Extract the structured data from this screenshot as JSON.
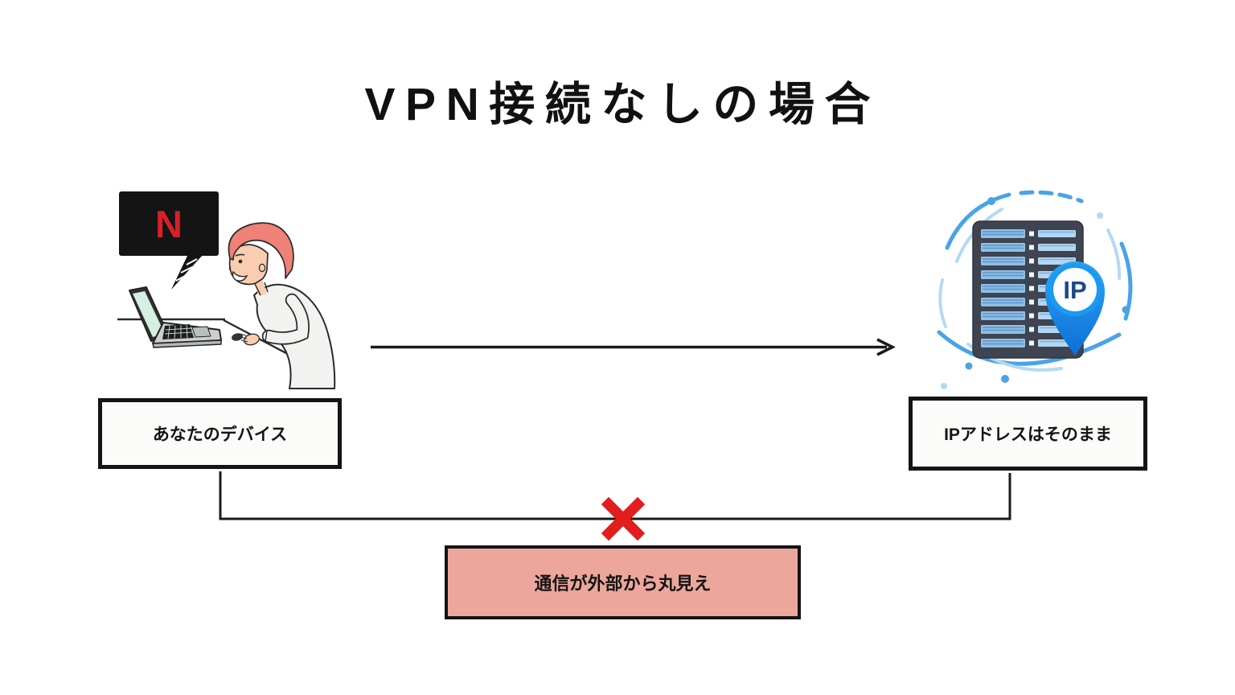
{
  "title": "VPN接続なしの場合",
  "diagram": {
    "device_box": {
      "label": "あなたのデバイス"
    },
    "ip_box": {
      "label": "IPアドレスはそのまま"
    },
    "warning_box": {
      "label": "通信が外部から丸見え"
    },
    "netflix_logo": "N",
    "ip_pin_label": "IP"
  },
  "colors": {
    "text": "#141414",
    "box_border": "#141414",
    "box_fill": "#fbfbfa",
    "warning_fill": "#eda69c",
    "cross_red": "#e11d1d",
    "netflix_red": "#d7202a",
    "monitor_black": "#141414",
    "pin_blue": "#1a9af0",
    "pin_blue_deep": "#0d6fd8",
    "pin_label_navy": "#1c4a86",
    "server_body": "#3e4450",
    "server_bar": "#8fbfe6",
    "server_bar_light": "#b3d6f1",
    "arc_blue": "#4aa3e8",
    "arc_light": "#b5d9f3",
    "hair_pink": "#ef8176",
    "skin": "#f8cdb0",
    "shirt": "#f2f3f1",
    "laptop_screen_mint": "#d7eee2",
    "line_black": "#1a1a1a"
  }
}
